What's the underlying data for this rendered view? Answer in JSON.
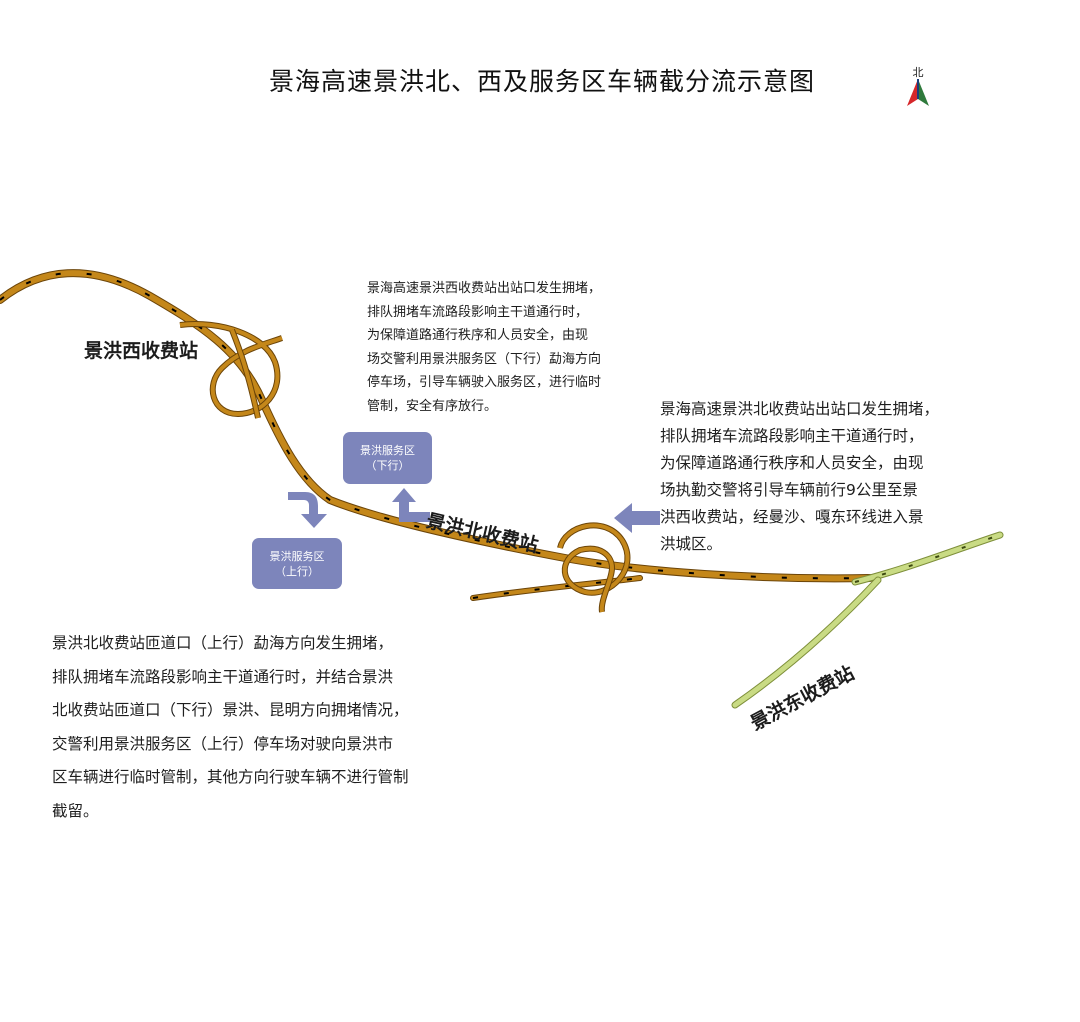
{
  "title": "景海高速景洪北、西及服务区车辆截分流示意图",
  "compass": {
    "label": "北",
    "icon": "north-arrow-icon"
  },
  "stations": {
    "west": "景洪西收费站",
    "north": "景洪北收费站",
    "east": "景洪东收费站"
  },
  "service_areas": {
    "down": {
      "name": "景洪服务区",
      "direction": "（下行）"
    },
    "up": {
      "name": "景洪服务区",
      "direction": "（上行）"
    }
  },
  "notes": {
    "west_congestion": [
      "景海高速景洪西收费站出站口发生拥堵，",
      "排队拥堵车流路段影响主干道通行时，",
      "为保障道路通行秩序和人员安全，由现",
      "场交警利用景洪服务区（下行）勐海方向",
      "停车场，引导车辆驶入服务区，进行临时",
      "管制，安全有序放行。"
    ],
    "north_congestion": [
      "景海高速景洪北收费站出站口发生拥堵，",
      "排队拥堵车流路段影响主干道通行时，",
      "为保障道路通行秩序和人员安全，由现",
      "场执勤交警将引导车辆前行9公里至景",
      "洪西收费站，经曼沙、嘎东环线进入景",
      "洪城区。"
    ],
    "ramp_congestion": [
      "景洪北收费站匝道口（上行）勐海方向发生拥堵，",
      "排队拥堵车流路段影响主干道通行时，并结合景洪",
      "北收费站匝道口（下行）景洪、昆明方向拥堵情况，",
      "交警利用景洪服务区（上行）停车场对驶向景洪市",
      "区车辆进行临时管制，其他方向行驶车辆不进行管制",
      "截留。"
    ]
  },
  "colors": {
    "expressway": "#c4871a",
    "expressway_outline": "#6b4408",
    "east_link": "#c9db84",
    "east_link_outline": "#7e8f3a",
    "service_box": "#7d85bb",
    "arrow": "#7d85bb"
  }
}
